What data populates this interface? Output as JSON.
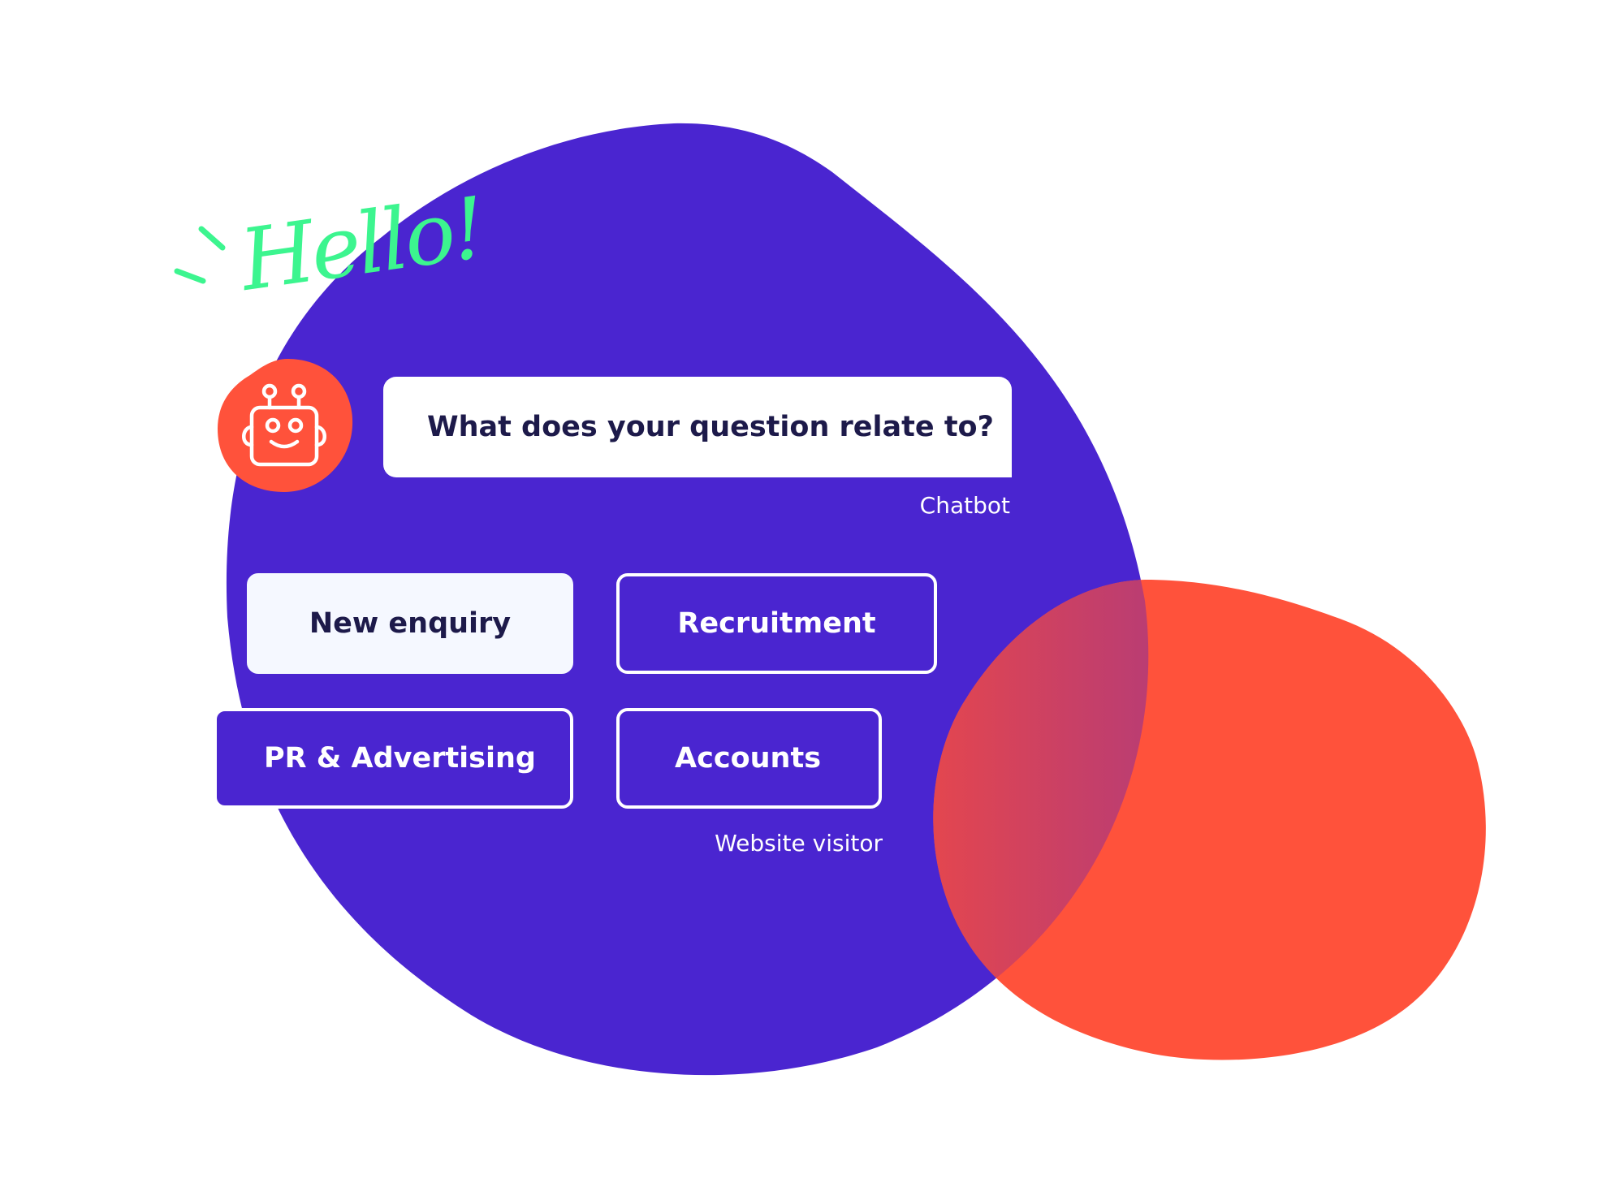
{
  "colors": {
    "primary_blob": "#4a25d0",
    "accent_blob": "#ff523b",
    "greeting": "#3cf58f",
    "bubble_background": "#ffffff",
    "dark_text": "#1d1a4a",
    "selected_option_background": "#f5f8ff"
  },
  "greeting": {
    "text": "Hello!"
  },
  "chatbot": {
    "avatar_icon": "robot-icon",
    "message": "What does your question relate to?",
    "sender_label": "Chatbot"
  },
  "options": [
    {
      "label": "New enquiry",
      "selected": true
    },
    {
      "label": "Recruitment",
      "selected": false
    },
    {
      "label": "PR & Advertising",
      "selected": false
    },
    {
      "label": "Accounts",
      "selected": false
    }
  ],
  "visitor": {
    "sender_label": "Website visitor"
  }
}
